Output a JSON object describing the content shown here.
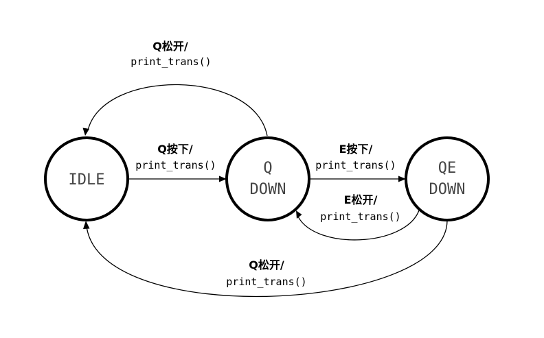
{
  "states": {
    "idle": {
      "label": "IDLE"
    },
    "q_down": {
      "line1": "Q",
      "line2": "DOWN"
    },
    "qe_down": {
      "line1": "QE",
      "line2": "DOWN"
    }
  },
  "transitions": {
    "q_down_to_idle_top": {
      "event": "Q松开/",
      "action": "print_trans()"
    },
    "idle_to_q_down": {
      "event": "Q按下/",
      "action": "print_trans()"
    },
    "q_down_to_qe_down": {
      "event": "E按下/",
      "action": "print_trans()"
    },
    "qe_down_to_q_down": {
      "event": "E松开/",
      "action": "print_trans()"
    },
    "qe_down_to_idle_bottom": {
      "event": "Q松开/",
      "action": "print_trans()"
    }
  }
}
